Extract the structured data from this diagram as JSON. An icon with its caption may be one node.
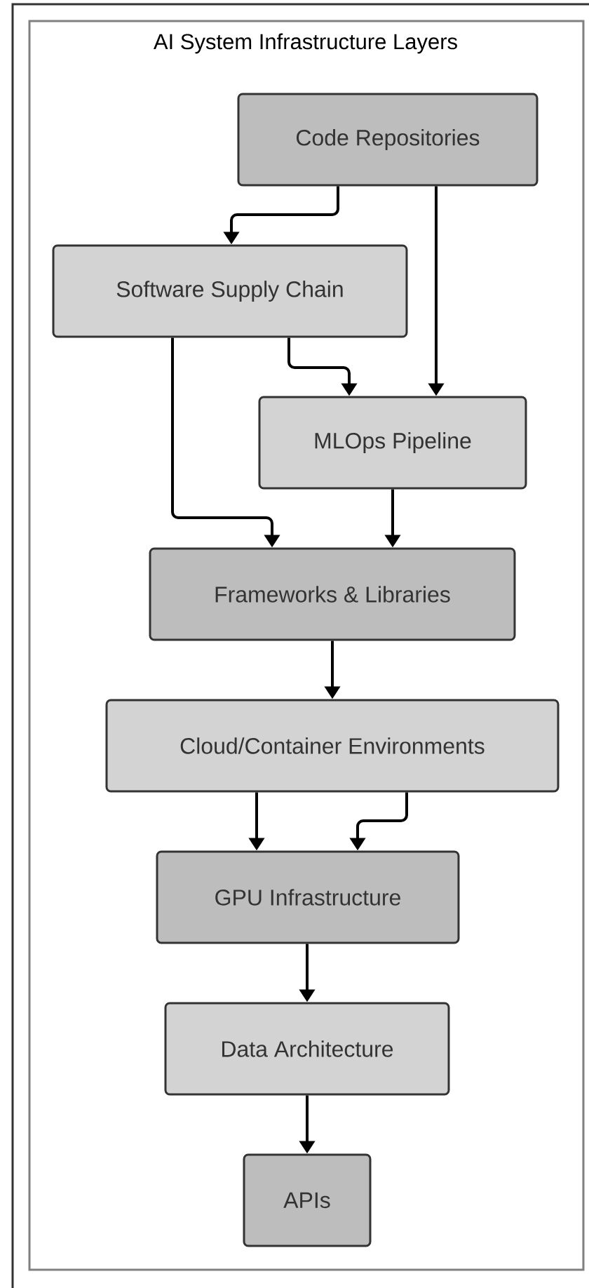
{
  "diagram": {
    "title": "AI System Infrastructure Layers",
    "nodes": [
      {
        "text": [
          "Code Repositories"
        ]
      },
      {
        "text": [
          "Software Supply Chain"
        ]
      },
      {
        "text": [
          "MLOps Pipeline"
        ]
      },
      {
        "text": [
          "Frameworks & Libraries"
        ]
      },
      {
        "text": [
          "Cloud/Container Environments"
        ]
      },
      {
        "text": [
          "GPU Infrastructure"
        ]
      },
      {
        "text": [
          "Data Architecture"
        ]
      },
      {
        "text": [
          "APIs"
        ]
      }
    ],
    "edges": [
      {
        "from": 0,
        "to": 1,
        "arrow": "to"
      },
      {
        "from": 0,
        "to": 2,
        "arrow": "to"
      },
      {
        "from": 1,
        "to": 2,
        "arrow": "to"
      },
      {
        "from": 1,
        "to": 3,
        "arrow": "to"
      },
      {
        "from": 2,
        "to": 3,
        "arrow": "to"
      },
      {
        "from": 3,
        "to": 4,
        "arrow": "to"
      },
      {
        "from": 4,
        "to": 5,
        "arrow": "to"
      },
      {
        "from": 4,
        "to": 5,
        "arrow": "to"
      },
      {
        "from": 5,
        "to": 6,
        "arrow": "to"
      },
      {
        "from": 6,
        "to": 7,
        "arrow": "to"
      }
    ]
  }
}
